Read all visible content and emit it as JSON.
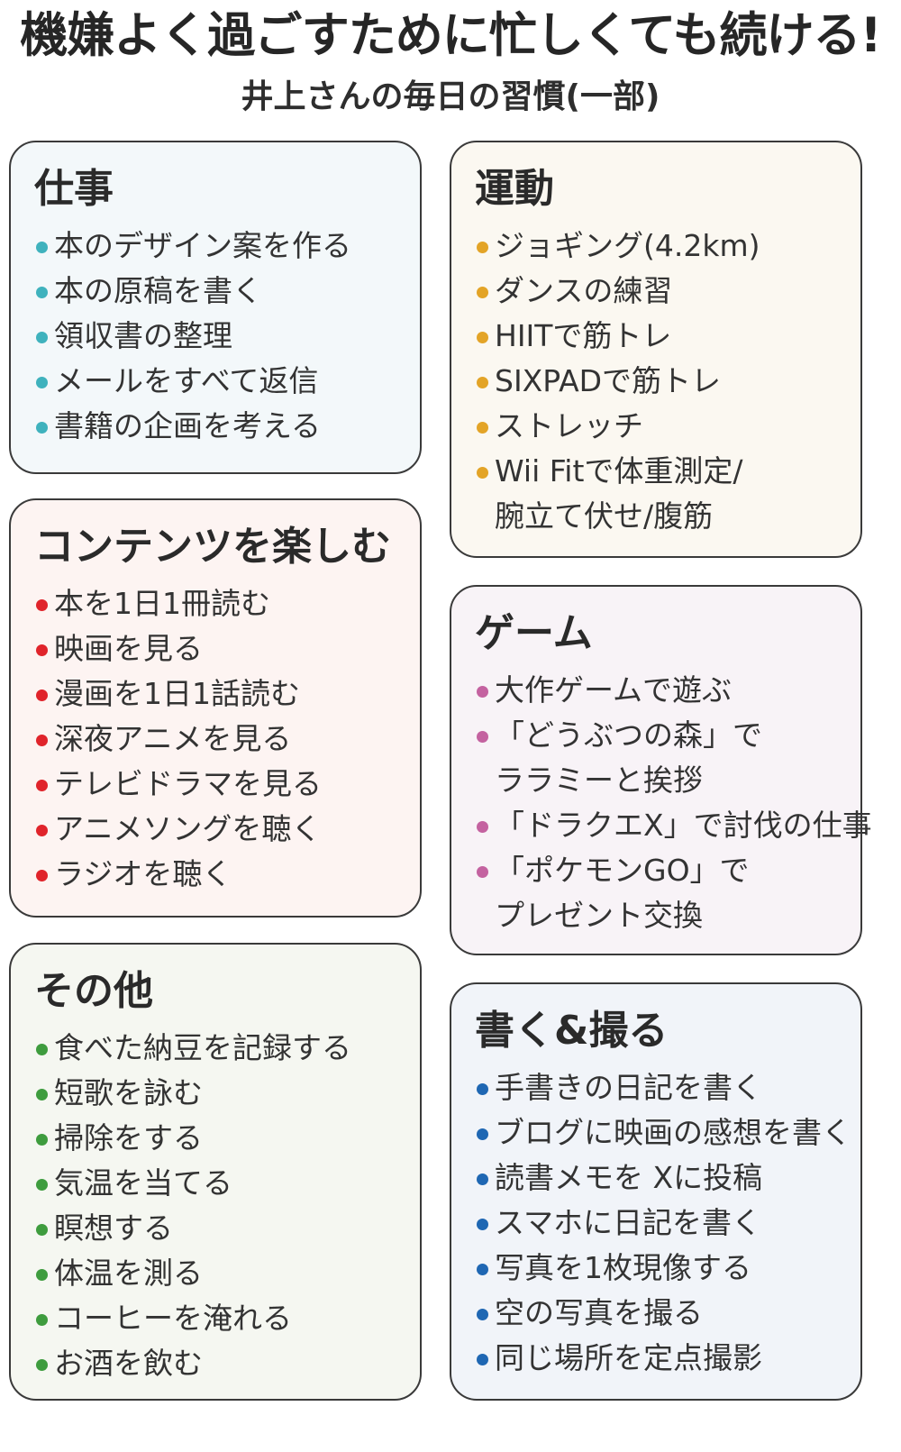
{
  "title": "機嫌よく過ごすために忙しくても続ける!",
  "subtitle": "井上さんの毎日の習慣(一部)",
  "cards": [
    {
      "id": "work",
      "title": "仕事",
      "bg": "#f3f8fa",
      "bullet_color": "#3fb2bd",
      "items": [
        [
          "本のデザイン案を作る"
        ],
        [
          "本の原稿を書く"
        ],
        [
          "領収書の整理"
        ],
        [
          "メールをすべて返信"
        ],
        [
          "書籍の企画を考える"
        ]
      ]
    },
    {
      "id": "exercise",
      "title": "運動",
      "bg": "#fbf8f1",
      "bullet_color": "#e3a427",
      "items": [
        [
          "ジョギング(4.2km)"
        ],
        [
          "ダンスの練習"
        ],
        [
          "HIITで筋トレ"
        ],
        [
          "SIXPADで筋トレ"
        ],
        [
          "ストレッチ"
        ],
        [
          "Wii Fitで体重測定/",
          "腕立て伏せ/腹筋"
        ]
      ]
    },
    {
      "id": "content",
      "title": "コンテンツを楽しむ",
      "bg": "#fdf4f2",
      "bullet_color": "#e0242b",
      "items": [
        [
          "本を1日1冊読む"
        ],
        [
          "映画を見る"
        ],
        [
          "漫画を1日1話読む"
        ],
        [
          "深夜アニメを見る"
        ],
        [
          "テレビドラマを見る"
        ],
        [
          "アニメソングを聴く"
        ],
        [
          "ラジオを聴く"
        ]
      ]
    },
    {
      "id": "game",
      "title": "ゲーム",
      "bg": "#f8f3f7",
      "bullet_color": "#c462a0",
      "items": [
        [
          "大作ゲームで遊ぶ"
        ],
        [
          "「どうぶつの森」で",
          "ララミーと挨拶"
        ],
        [
          "「ドラクエX」で討伐の仕事"
        ],
        [
          "「ポケモンGO」で",
          "プレゼント交換"
        ]
      ]
    },
    {
      "id": "other",
      "title": "その他",
      "bg": "#f5f7f1",
      "bullet_color": "#3e9c3e",
      "items": [
        [
          "食べた納豆を記録する"
        ],
        [
          "短歌を詠む"
        ],
        [
          "掃除をする"
        ],
        [
          "気温を当てる"
        ],
        [
          "瞑想する"
        ],
        [
          "体温を測る"
        ],
        [
          "コーヒーを淹れる"
        ],
        [
          "お酒を飲む"
        ]
      ]
    },
    {
      "id": "write",
      "title": "書く&撮る",
      "bg": "#f1f4f9",
      "bullet_color": "#1f67b3",
      "items": [
        [
          "手書きの日記を書く"
        ],
        [
          "ブログに映画の感想を書く"
        ],
        [
          "読書メモを Xに投稿"
        ],
        [
          "スマホに日記を書く"
        ],
        [
          "写真を1枚現像する"
        ],
        [
          "空の写真を撮る"
        ],
        [
          "同じ場所を定点撮影"
        ]
      ]
    }
  ]
}
